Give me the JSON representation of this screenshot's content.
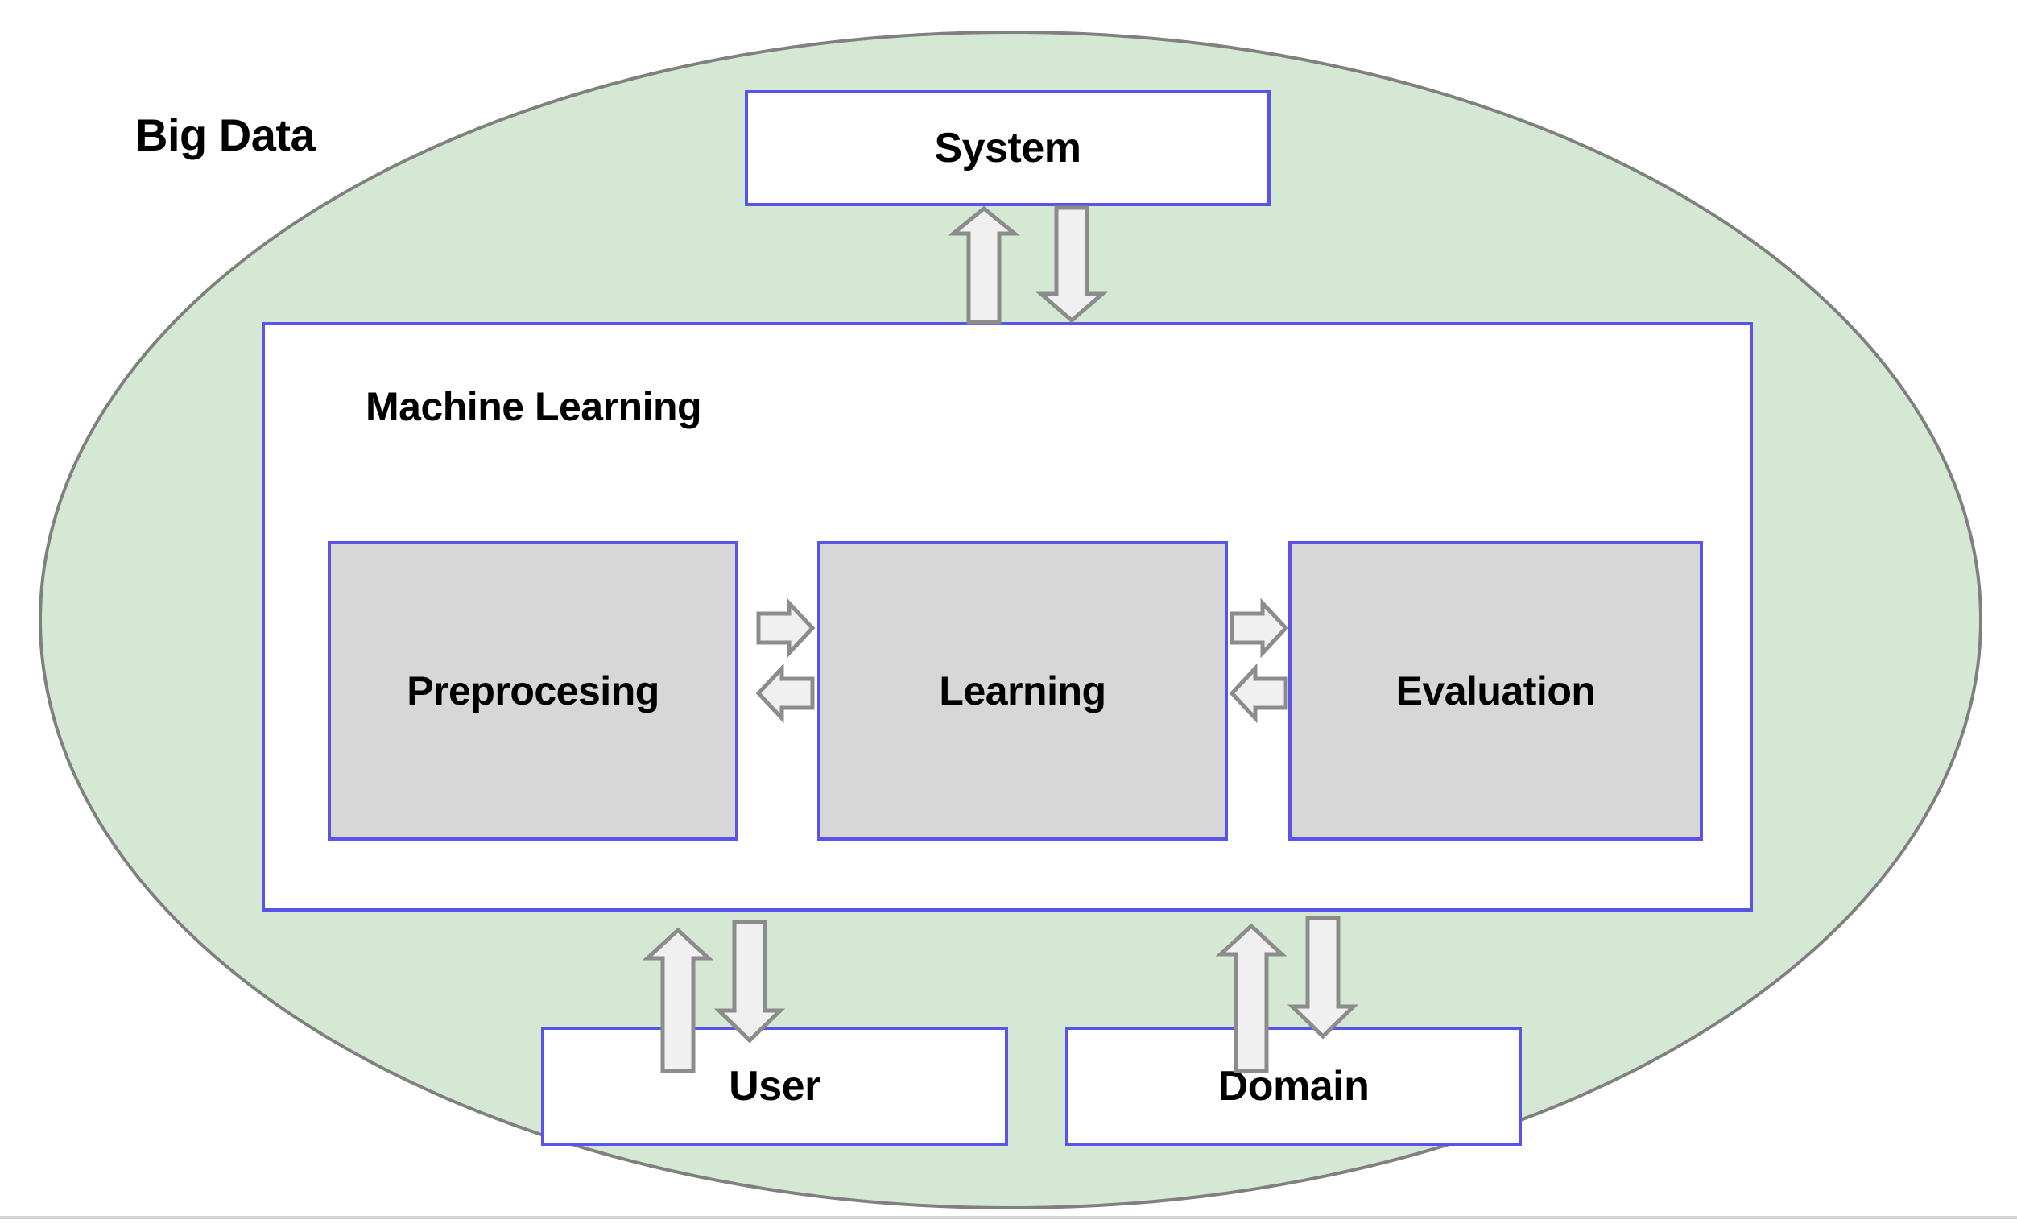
{
  "diagram": {
    "title": "Big Data Machine Learning System Architecture",
    "container": {
      "label": "Big Data",
      "shape": "ellipse",
      "fill": "#d4e8d4",
      "stroke": "#808080"
    },
    "nodes": {
      "system": {
        "label": "System",
        "fill": "#ffffff",
        "stroke": "#5a53e8"
      },
      "machine_learning": {
        "label": "Machine Learning",
        "fill": "#ffffff",
        "stroke": "#5a53e8"
      },
      "preprocessing": {
        "label": "Preprocesing",
        "fill": "#d7d7d7",
        "stroke": "#5a53e8"
      },
      "learning": {
        "label": "Learning",
        "fill": "#d7d7d7",
        "stroke": "#5a53e8"
      },
      "evaluation": {
        "label": "Evaluation",
        "fill": "#d7d7d7",
        "stroke": "#5a53e8"
      },
      "user": {
        "label": "User",
        "fill": "#ffffff",
        "stroke": "#5a53e8"
      },
      "domain": {
        "label": "Domain",
        "fill": "#ffffff",
        "stroke": "#5a53e8"
      }
    },
    "connections": [
      {
        "from": "machine-learning",
        "to": "system",
        "direction": "up",
        "style": "block-arrow"
      },
      {
        "from": "system",
        "to": "machine-learning",
        "direction": "down",
        "style": "block-arrow"
      },
      {
        "from": "preprocessing",
        "to": "learning",
        "direction": "right",
        "style": "block-arrow"
      },
      {
        "from": "learning",
        "to": "preprocessing",
        "direction": "left",
        "style": "block-arrow"
      },
      {
        "from": "learning",
        "to": "evaluation",
        "direction": "right",
        "style": "block-arrow"
      },
      {
        "from": "evaluation",
        "to": "learning",
        "direction": "left",
        "style": "block-arrow"
      },
      {
        "from": "user",
        "to": "machine-learning",
        "direction": "up",
        "style": "block-arrow"
      },
      {
        "from": "machine-learning",
        "to": "user",
        "direction": "down",
        "style": "block-arrow"
      },
      {
        "from": "domain",
        "to": "machine-learning",
        "direction": "up",
        "style": "block-arrow"
      },
      {
        "from": "machine-learning",
        "to": "domain",
        "direction": "down",
        "style": "block-arrow"
      }
    ],
    "arrow_style": {
      "fill": "#f0f0f0",
      "stroke": "#8c8c8c"
    },
    "footer_rule": {
      "color": "#d0d0d0"
    }
  }
}
